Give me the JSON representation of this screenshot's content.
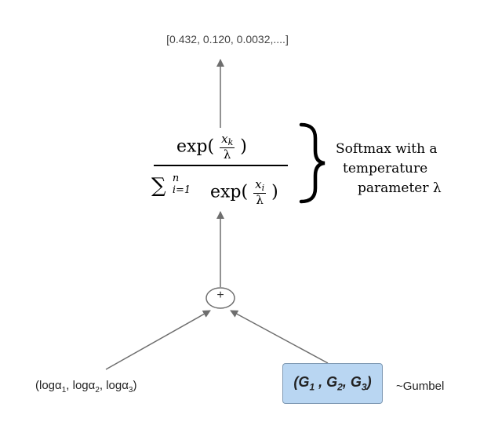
{
  "output_vector": "[0.432, 0.120, 0.0032,....]",
  "formula": {
    "numerator_fn": "exp(",
    "numerator_var": "x",
    "numerator_sub": "k",
    "lambda": "λ",
    "close_paren": ")",
    "sum_symbol": "∑",
    "sum_lower": "i=1",
    "sum_upper": "n",
    "denominator_fn": "exp(",
    "denominator_var": "x",
    "denominator_sub": "i"
  },
  "annotation": {
    "line1": "Softmax with a",
    "line2": "temperature",
    "line3": "parameter λ"
  },
  "plus_symbol": "+",
  "log_inputs": {
    "open": "(",
    "log1": "logα",
    "sub1": "1",
    "sep1": ", ",
    "log2": "logα",
    "sub2": "2",
    "sep2": ", ",
    "log3": "logα",
    "sub3": "3",
    "close": ")"
  },
  "gumbel": {
    "open": "(",
    "g1": "G",
    "sub1": "1",
    "sep1": " , ",
    "g2": "G",
    "sub2": "2",
    "sep2": ", ",
    "g3": "G",
    "sub3": "3",
    "close": ")"
  },
  "gumbel_distribution": "~Gumbel",
  "colors": {
    "arrow": "#6e6e6e",
    "gumbel_box_fill": "#b9d6f2",
    "gumbel_box_border": "#7f99b3"
  }
}
